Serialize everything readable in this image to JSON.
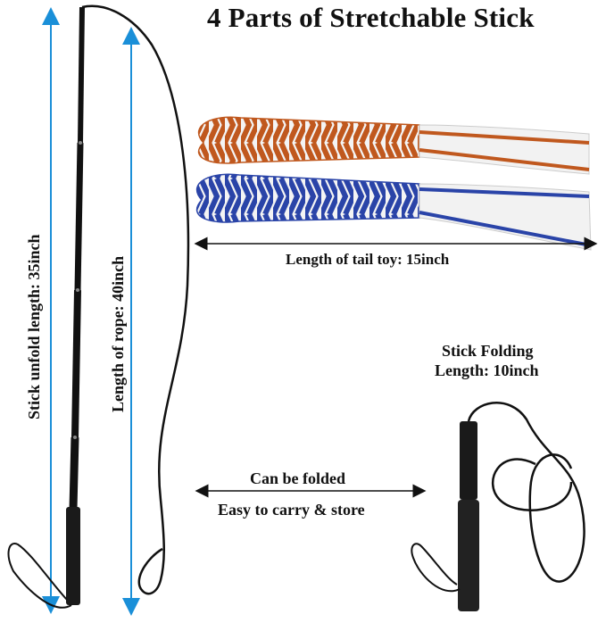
{
  "title": "4 Parts of Stretchable Stick",
  "labels": {
    "stick_unfold_length": "Stick unfold length: 35inch",
    "rope_length": "Length of rope: 40inch",
    "tail_toy_length": "Length of tail toy: 15inch",
    "stick_folding_line1": "Stick Folding",
    "stick_folding_line2": "Length: 10inch",
    "can_be_folded": "Can be folded",
    "easy_to_carry": "Easy to carry & store"
  },
  "colors": {
    "arrow_blue": "#1a8fd8",
    "rope_orange": "#c0581e",
    "rope_blue": "#2a44a8",
    "rope_white": "#f2f2f2",
    "stick_black": "#111111"
  },
  "icons": [
    "telescopic-stick",
    "elastic-rope",
    "orange-tail-toy",
    "blue-tail-toy",
    "folded-stick",
    "wrist-strap"
  ]
}
